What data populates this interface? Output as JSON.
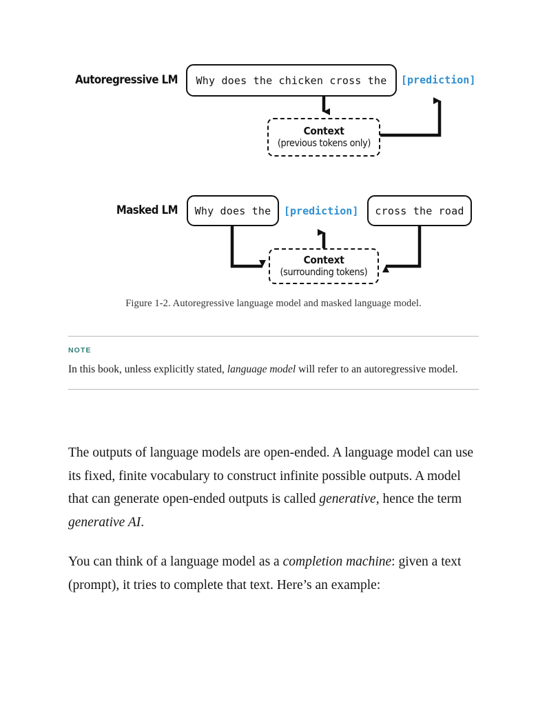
{
  "figure": {
    "autoregressive": {
      "label": "Autoregressive LM",
      "token_box": "Why does the chicken cross the",
      "prediction": "[prediction]",
      "context_title": "Context",
      "context_sub": "(previous tokens only)"
    },
    "masked": {
      "label": "Masked LM",
      "left_box": "Why does the",
      "prediction": "[prediction]",
      "right_box": "cross the road",
      "context_title": "Context",
      "context_sub": "(surrounding tokens)"
    },
    "caption": "Figure 1-2. Autoregressive language model and masked language model."
  },
  "note": {
    "label": "NOTE",
    "text_before": "In this book, unless explicitly stated, ",
    "text_italic": "language model",
    "text_after": " will refer to an autoregressive model."
  },
  "body": {
    "paragraph1_a": "The outputs of language models are open-ended. A language model can use its fixed, finite vocabulary to construct infinite possible outputs. A model that can generate open-ended outputs is called ",
    "paragraph1_i1": "generative",
    "paragraph1_b": ", hence the term ",
    "paragraph1_i2": "generative AI",
    "paragraph1_c": ".",
    "paragraph2_a": "You can think of a language model as a ",
    "paragraph2_i1": "completion machine",
    "paragraph2_b": ": given a text (prompt), it tries to complete that text. Here’s an example:"
  },
  "colors": {
    "prediction_blue": "#2f8fd0",
    "note_teal": "#2d7d76",
    "rule_gray": "#b9b9b9",
    "ink": "#111111"
  }
}
